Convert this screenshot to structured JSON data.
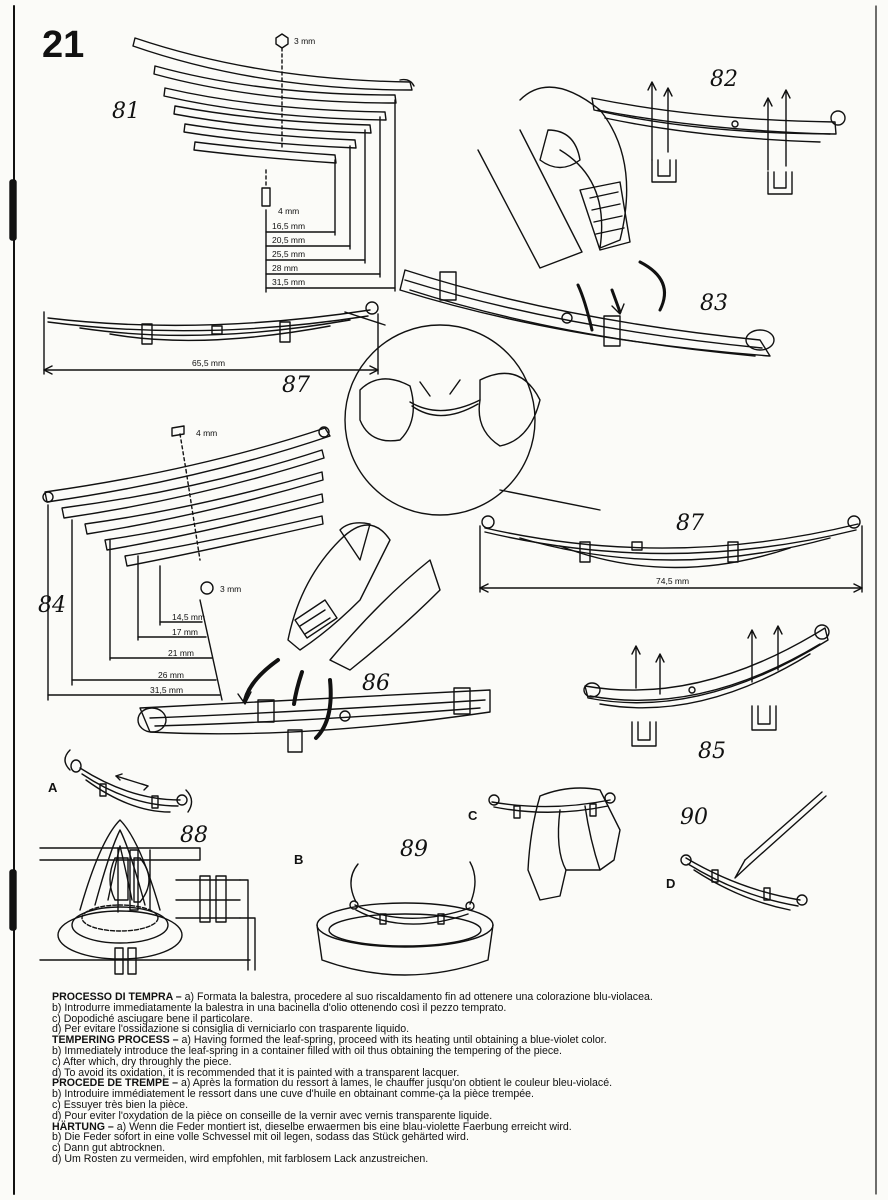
{
  "page_number": "21",
  "labels": {
    "s81": "81",
    "s82": "82",
    "s83": "83",
    "s84": "84",
    "s85": "85",
    "s86": "86",
    "s87a": "87",
    "s87b": "87",
    "s88": "88",
    "s89": "89",
    "s90": "90",
    "A": "A",
    "B": "B",
    "C": "C",
    "D": "D"
  },
  "dims_81": {
    "screw": "3 mm",
    "bolt": "4 mm",
    "d1": "16,5 mm",
    "d2": "20,5 mm",
    "d3": "25,5 mm",
    "d4": "28 mm",
    "d5": "31,5 mm"
  },
  "dims_84": {
    "screw": "4 mm",
    "nut": "3 mm",
    "d1": "14,5 mm",
    "d2": "17 mm",
    "d3": "21 mm",
    "d4": "26 mm",
    "d5": "31,5 mm"
  },
  "dim_87a": "65,5 mm",
  "dim_87b": "74,5 mm",
  "instructions": [
    {
      "head": "PROCESSO DI TEMPRA –",
      "lines": [
        "a) Formata la balestra, procedere al suo riscaldamento fin ad ottenere una colorazione blu-violacea.",
        "b) Introdurre immediatamente la balestra in una bacinella  d'olio  ottenendo così il pezzo temprato.",
        "c) Dopodiché asciugare bene il particolare.",
        "d) Per evitare l'ossidazione si consiglia di verniciarlo con trasparente liquido."
      ]
    },
    {
      "head": "TEMPERING PROCESS –",
      "lines": [
        "a) Having formed the leaf-spring, proceed with its heating until obtaining a blue-violet color.",
        "b) Immediately introduce the leaf-spring in a container filled with   oil   thus obtaining the tempering of the piece.",
        "c) After which, dry throughly the piece.",
        "d) To avoid its oxidation, it is recommended that it is painted with a transparent lacquer."
      ]
    },
    {
      "head": "PROCEDE DE TREMPE –",
      "lines": [
        "a) Après la formation du ressort à lames, le chauffer jusqu'on obtient le couleur bleu-violacé.",
        "b) Introduire immédiatement le ressort dans une cuve d'huile en obtainant comme-ça la pièce trempée.",
        "c) Essuyer très bien la pièce.",
        "d) Pour eviter l'oxydation de la pièce on conseille de la vernir avec vernis transparente liquide."
      ]
    },
    {
      "head": "HÄRTUNG –",
      "lines": [
        "a) Wenn die Feder montiert ist, dieselbe erwaermen bis eine blau-violette Faerbung erreicht wird.",
        "b) Die Feder sofort in eine volle Schvessel mit   oil   legen, sodass das Stück gehärted wird.",
        "c) Dann gut abtrocknen.",
        "d) Um Rosten zu vermeiden, wird empfohlen, mit farblosem Lack anzustreichen."
      ]
    }
  ]
}
